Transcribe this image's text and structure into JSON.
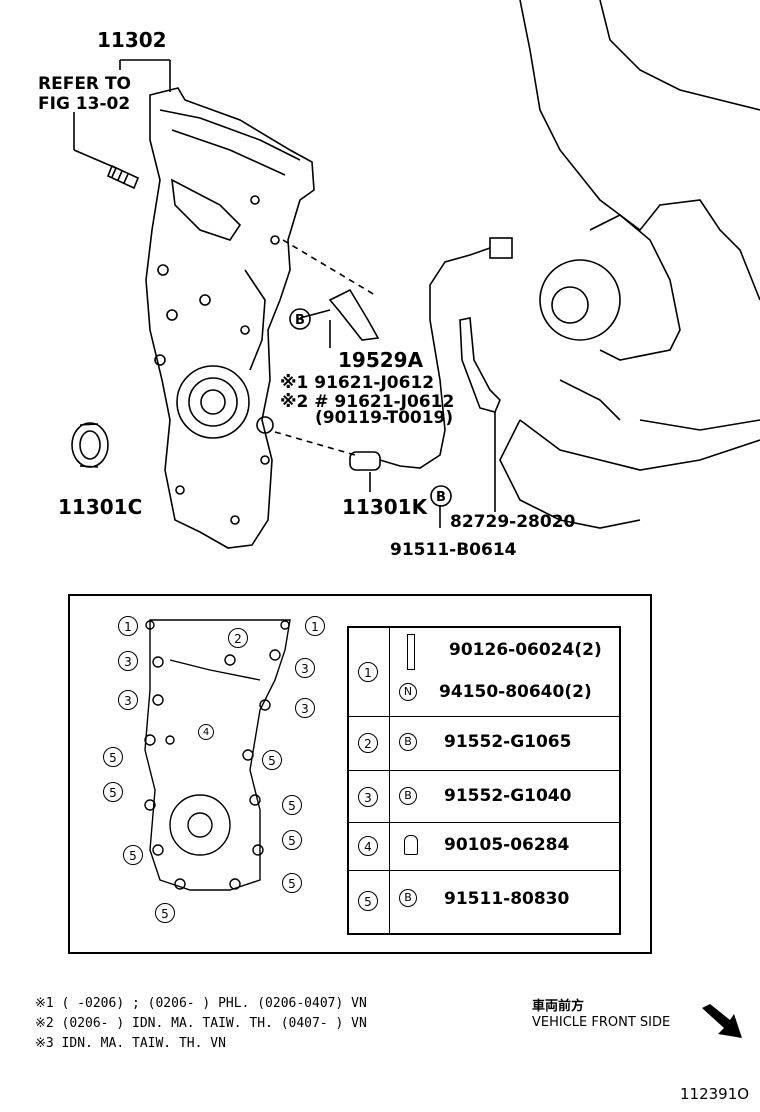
{
  "callouts": {
    "cover": "11302",
    "refer_line1": "REFER TO",
    "refer_line2": "FIG 13-02",
    "seal": "11301C",
    "sensor": "11301K",
    "bracket": "19529A",
    "bolt1": "※1 91621-J0612",
    "bolt2": "※2 # 91621-J0612",
    "bolt3": "(90119-T0019)",
    "clamp": "82729-28020",
    "bolt_b": "91511-B0614",
    "b_mark": "B"
  },
  "parts_table": {
    "rows": [
      {
        "id": "1",
        "items": [
          "90126-06024(2)",
          "94150-80640(2)"
        ],
        "icons": [
          "stud-icon",
          "nut-icon"
        ],
        "marks": [
          "",
          "N"
        ]
      },
      {
        "id": "2",
        "items": [
          "91552-G1065"
        ],
        "icons": [
          "bolt-icon"
        ],
        "marks": [
          "B"
        ]
      },
      {
        "id": "3",
        "items": [
          "91552-G1040"
        ],
        "icons": [
          "bolt-icon"
        ],
        "marks": [
          "B"
        ]
      },
      {
        "id": "4",
        "items": [
          "90105-06284"
        ],
        "icons": [
          "screw-icon"
        ],
        "marks": [
          ""
        ]
      },
      {
        "id": "5",
        "items": [
          "91511-80830"
        ],
        "icons": [
          "bolt-icon"
        ],
        "marks": [
          "B"
        ]
      }
    ]
  },
  "layout_numbers": {
    "left": [
      "1",
      "3",
      "3",
      "5",
      "5",
      "5",
      "5"
    ],
    "right": [
      "1",
      "3",
      "3",
      "5",
      "5",
      "5",
      "5"
    ],
    "top": [
      "2"
    ],
    "center": [
      "4"
    ]
  },
  "notes": [
    "※1  (       -0206) ; (0206-       ) PHL. (0206-0407) VN",
    "※2  (0206-       ) IDN. MA. TAIW. TH. (0407-       ) VN",
    "※3  IDN. MA. TAIW. TH. VN"
  ],
  "direction": {
    "jp": "車両前方",
    "en": "VEHICLE FRONT SIDE"
  },
  "figure_id": "112391O"
}
